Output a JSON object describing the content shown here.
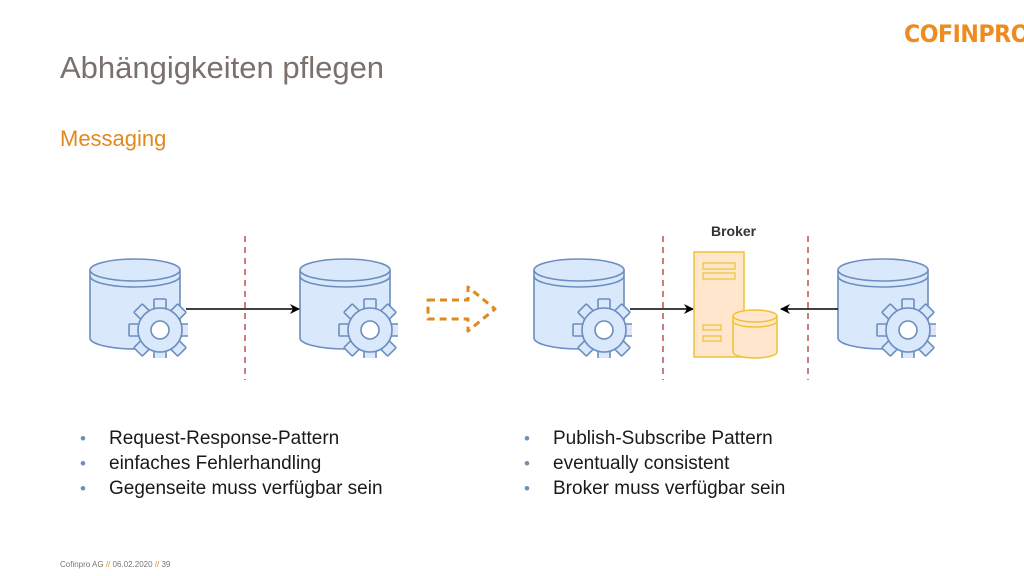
{
  "header": {
    "title": "Abhängigkeiten pflegen",
    "subtitle": "Messaging",
    "logo": "COFINPRO"
  },
  "diagram": {
    "broker_label": "Broker",
    "colors": {
      "service_fill": "#dae8fc",
      "service_stroke": "#6c8ebf",
      "broker_fill": "#ffe6cc",
      "broker_stroke": "#f1c232",
      "boundary": "#b85450",
      "transition_arrow": "#e08a1e"
    },
    "icons": [
      "database-gear-icon",
      "server-icon",
      "storage-icon",
      "dashed-arrow-icon"
    ]
  },
  "left_list": [
    "Request-Response-Pattern",
    "einfaches Fehlerhandling",
    "Gegenseite muss verfügbar sein"
  ],
  "right_list": [
    "Publish-Subscribe Pattern",
    "eventually consistent",
    "Broker muss verfügbar sein"
  ],
  "footer": {
    "company": "Cofinpro AG",
    "separator": "//",
    "date": "06.02.2020",
    "page": "39"
  }
}
